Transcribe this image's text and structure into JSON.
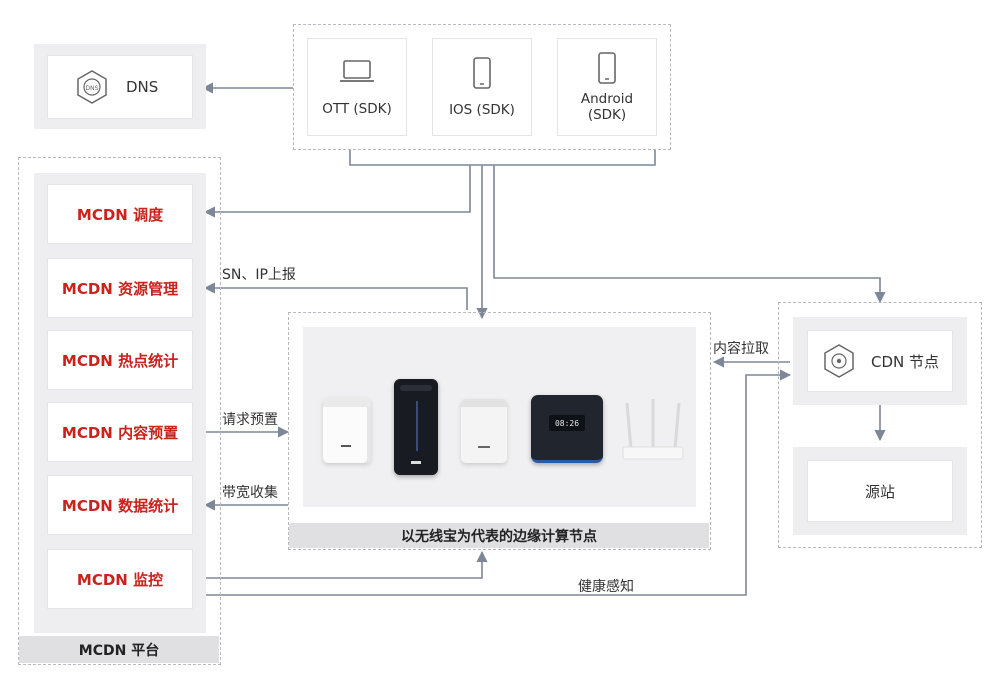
{
  "dns": {
    "label": "DNS",
    "icon": "dns-cube-icon"
  },
  "clients": [
    {
      "label": "OTT (SDK)",
      "icon": "laptop-icon"
    },
    {
      "label": "IOS (SDK)",
      "icon": "phone-icon"
    },
    {
      "label": "Android\n(SDK)",
      "icon": "phone-icon"
    }
  ],
  "mcdn": {
    "title": "MCDN 平台",
    "items": [
      "MCDN 调度",
      "MCDN 资源管理",
      "MCDN 热点统计",
      "MCDN 内容预置",
      "MCDN 数据统计",
      "MCDN 监控"
    ]
  },
  "edge": {
    "caption": "以无线宝为代表的边缘计算节点",
    "devices": [
      "white-router-device",
      "black-router-device",
      "white-box-device",
      "display-box-device",
      "antenna-router-device"
    ],
    "clock": "08:26"
  },
  "cdn": {
    "node_label": "CDN 节点",
    "origin_label": "源站",
    "icon": "cdn-cube-icon"
  },
  "flows": {
    "report": "SN、IP上报",
    "preload": "请求预置",
    "bandwidth": "带宽收集",
    "pull": "内容拉取",
    "health": "健康感知"
  },
  "colors": {
    "accent_red": "#c8231c",
    "line": "#7d8797",
    "panel": "#eeeef0"
  }
}
